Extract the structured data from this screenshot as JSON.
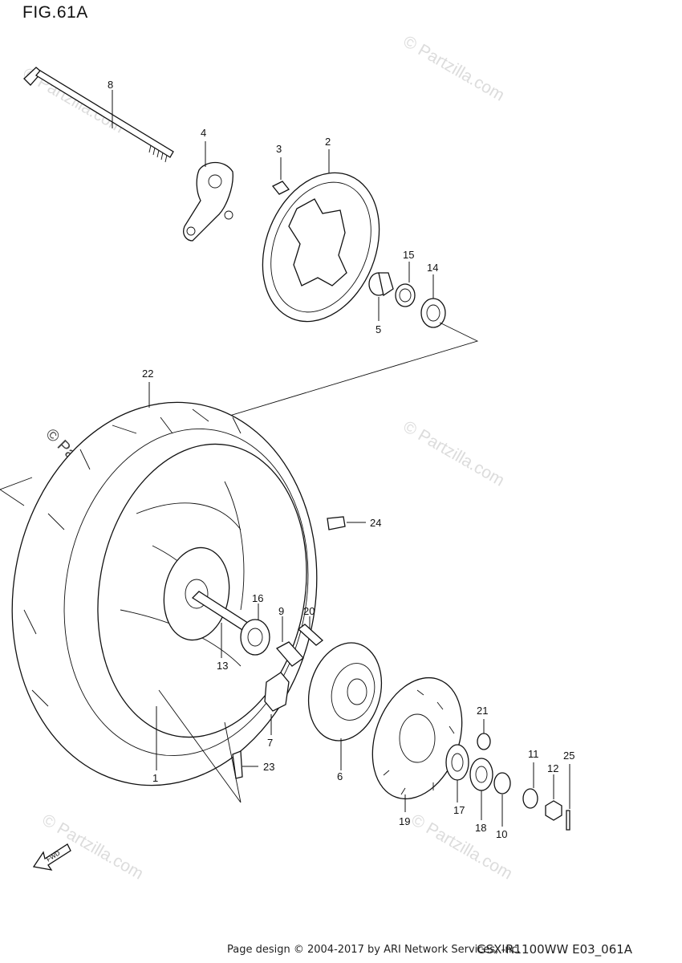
{
  "figure": {
    "title": "FIG.61A"
  },
  "watermarks": {
    "text": "© Partzilla.com",
    "primary_text": "© Partzilla.com"
  },
  "callouts": {
    "p1": "1",
    "p2": "2",
    "p3": "3",
    "p4": "4",
    "p5": "5",
    "p6": "6",
    "p7": "7",
    "p8": "8",
    "p9": "9",
    "p10": "10",
    "p11": "11",
    "p12": "12",
    "p13": "13",
    "p14": "14",
    "p15": "15",
    "p16": "16",
    "p17": "17",
    "p18": "18",
    "p19": "19",
    "p20": "20",
    "p21": "21",
    "p22": "22",
    "p23": "23",
    "p24": "24",
    "p25": "25"
  },
  "fwd_label": "FWD",
  "footer": {
    "credit": "Page design © 2004-2017 by ARI Network Services, Inc.",
    "code": "GSX-R1100WW  E03_061A"
  }
}
